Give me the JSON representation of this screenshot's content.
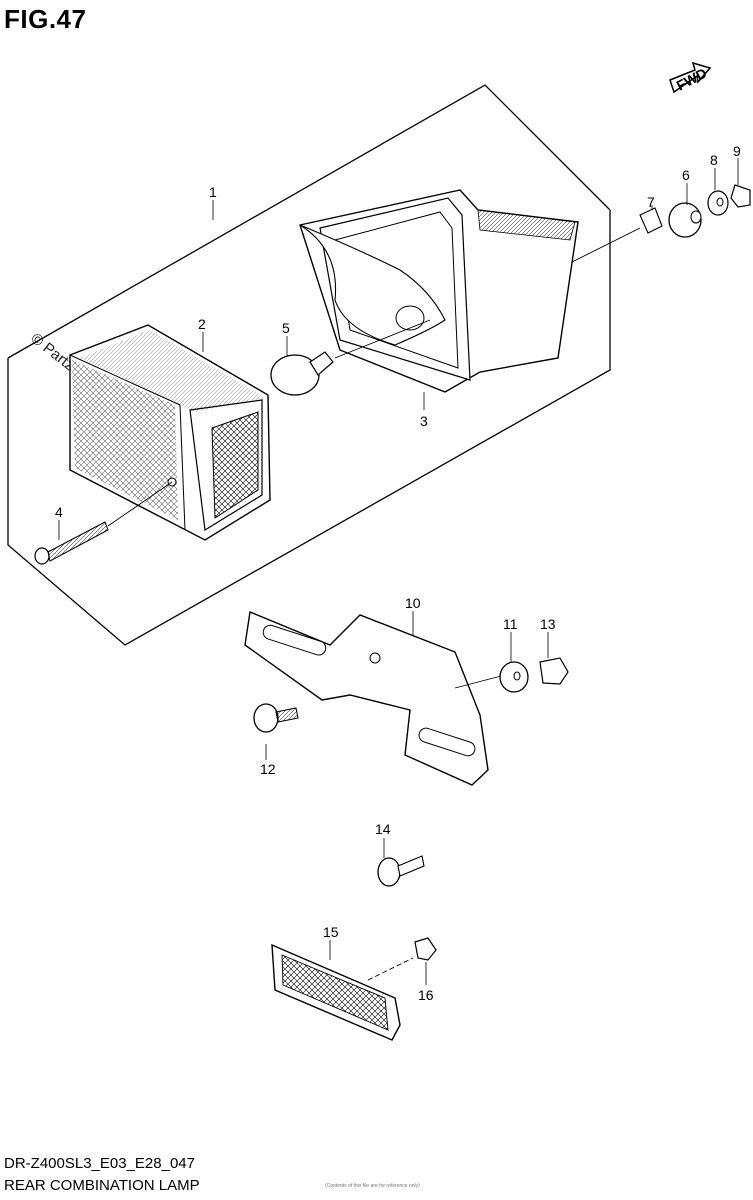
{
  "figure": {
    "title": "FIG.47",
    "model_code": "DR-Z400SL3_E03_E28_047",
    "description": "REAR COMBINATION LAMP",
    "watermark": "© Partzilla.com",
    "fwd_label": "FWD",
    "tiny_note": "(Contents of this file are for reference only)"
  },
  "callouts": [
    {
      "number": "1",
      "part": "lamp-assembly"
    },
    {
      "number": "2",
      "part": "lens"
    },
    {
      "number": "3",
      "part": "housing"
    },
    {
      "number": "4",
      "part": "screw"
    },
    {
      "number": "5",
      "part": "bulb"
    },
    {
      "number": "6",
      "part": "cushion"
    },
    {
      "number": "7",
      "part": "spacer"
    },
    {
      "number": "8",
      "part": "washer"
    },
    {
      "number": "9",
      "part": "nut"
    },
    {
      "number": "10",
      "part": "bracket"
    },
    {
      "number": "11",
      "part": "washer"
    },
    {
      "number": "12",
      "part": "bolt"
    },
    {
      "number": "13",
      "part": "nut"
    },
    {
      "number": "14",
      "part": "bolt"
    },
    {
      "number": "15",
      "part": "reflector"
    },
    {
      "number": "16",
      "part": "nut"
    }
  ]
}
